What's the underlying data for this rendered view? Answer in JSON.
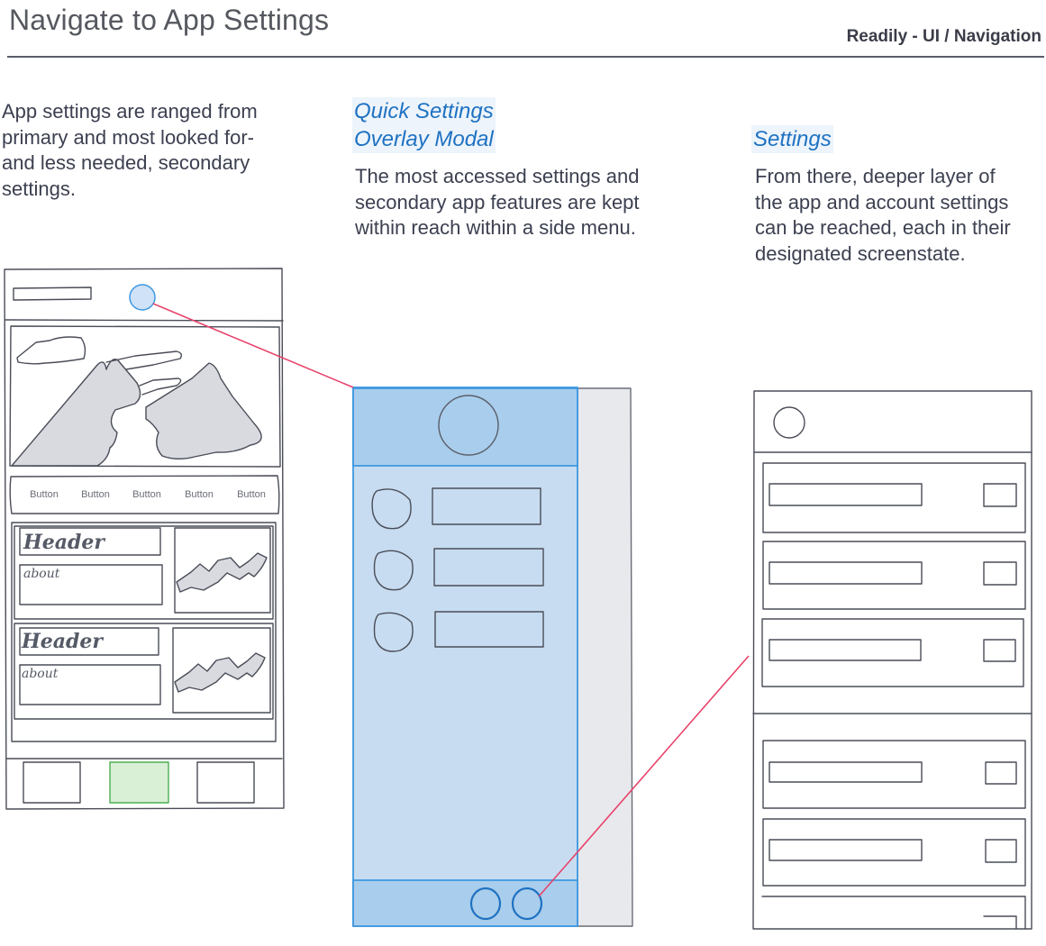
{
  "page": {
    "title": "Navigate to App Settings",
    "breadcrumb": "Readily - UI / Navigation"
  },
  "intro": {
    "text": "App settings are ranged from primary and most looked for- and less needed, secondary settings."
  },
  "quick_settings": {
    "heading_line1": "Quick Settings",
    "heading_line2": "Overlay Modal",
    "description": "The most accessed settings and secondary app features are kept within reach within a side menu."
  },
  "settings": {
    "heading": "Settings",
    "description": "From there, deeper layer of the app and account settings can be reached, each in their designated screenstate."
  },
  "home_wireframe": {
    "tab_buttons": [
      "Button",
      "Button",
      "Button",
      "Button",
      "Button"
    ],
    "cards": [
      {
        "header": "Header",
        "about": "about"
      },
      {
        "header": "Header",
        "about": "about"
      }
    ]
  },
  "colors": {
    "accent": "#1f72c2",
    "overlay_fill": "#c7dcf0",
    "overlay_header": "#a9cdec",
    "overlay_border": "#3d97e0",
    "connector": "#e8436b",
    "selected_tab": "#d9efd6",
    "selected_tab_border": "#4caf50",
    "sketch_stroke": "#4a4d58",
    "mountain_fill": "#d9dadf"
  }
}
